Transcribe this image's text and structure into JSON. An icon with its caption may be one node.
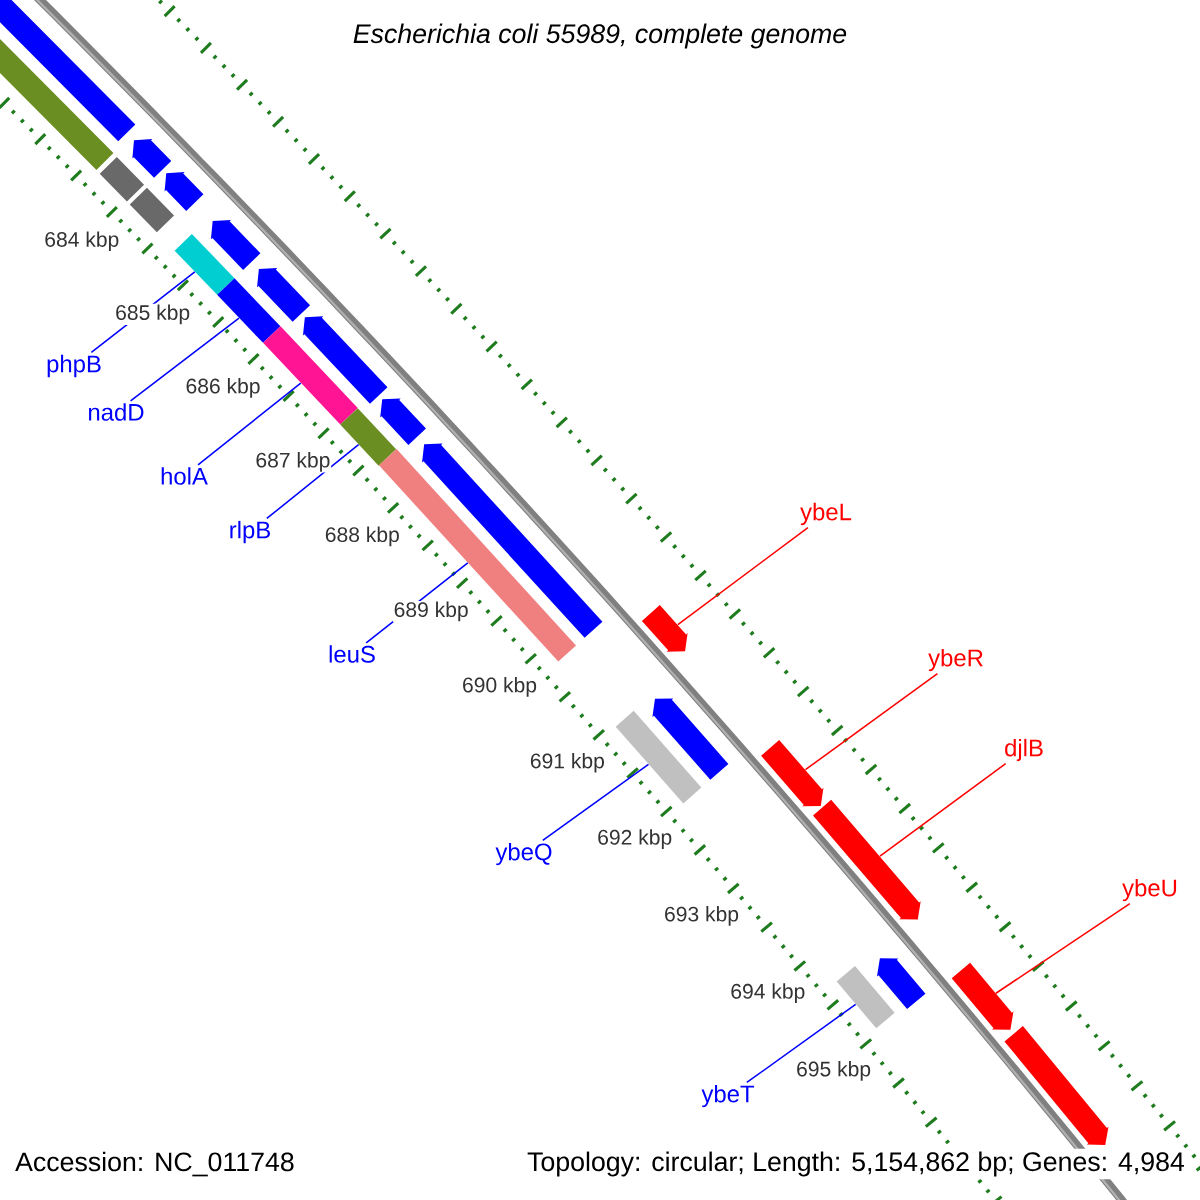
{
  "diagram": {
    "title": "Escherichia coli 55989, complete genome",
    "nodes": [
      {
        "text": [
          "phpB"
        ]
      },
      {
        "text": [
          "nadD"
        ]
      },
      {
        "text": [
          "holA"
        ]
      },
      {
        "text": [
          "rlpB"
        ]
      },
      {
        "text": [
          "leuS"
        ]
      },
      {
        "text": [
          "ybeQ"
        ]
      },
      {
        "text": [
          "ybeT"
        ]
      },
      {
        "text": [
          "ybeL"
        ]
      },
      {
        "text": [
          "ybeR"
        ]
      },
      {
        "text": [
          "djlB"
        ]
      },
      {
        "text": [
          "ybeU"
        ]
      },
      {
        "text": [],
        "shape": "pentagon"
      },
      {
        "text": [],
        "shape": "pentagon"
      },
      {
        "text": [],
        "shape": "pentagon"
      },
      {
        "text": [],
        "shape": "pentagon"
      },
      {
        "text": [],
        "shape": "pentagon"
      },
      {
        "text": [],
        "shape": "pentagon"
      },
      {
        "text": [],
        "shape": "pentagon"
      },
      {
        "text": [],
        "shape": "pentagon"
      },
      {
        "text": [],
        "shape": "pentagon"
      },
      {
        "text": [],
        "shape": "pentagon"
      },
      {
        "text": [],
        "shape": "bar"
      },
      {
        "text": [],
        "shape": "bar"
      },
      {
        "text": [],
        "shape": "bar"
      },
      {
        "text": [],
        "shape": "bar"
      },
      {
        "text": [],
        "shape": "bar"
      },
      {
        "text": [],
        "shape": "bar"
      },
      {
        "text": [],
        "shape": "bar"
      },
      {
        "text": [],
        "shape": "bar"
      },
      {
        "text": [],
        "shape": "bar"
      },
      {
        "text": [],
        "shape": "bar"
      },
      {
        "text": [],
        "shape": "pentagon"
      },
      {
        "text": [],
        "shape": "pentagon"
      },
      {
        "text": [],
        "shape": "pentagon"
      },
      {
        "text": [],
        "shape": "pentagon"
      },
      {
        "text": [],
        "shape": "pentagon"
      }
    ],
    "edges": [
      {
        "from": 0,
        "to": 24,
        "arrow": "none"
      },
      {
        "from": 1,
        "to": 25,
        "arrow": "none"
      },
      {
        "from": 2,
        "to": 26,
        "arrow": "none"
      },
      {
        "from": 3,
        "to": 27,
        "arrow": "none"
      },
      {
        "from": 4,
        "to": 28,
        "arrow": "none"
      },
      {
        "from": 5,
        "to": 29,
        "arrow": "none"
      },
      {
        "from": 6,
        "to": 30,
        "arrow": "none"
      },
      {
        "from": 7,
        "to": 31,
        "arrow": "none",
        "color": "#ff0000"
      },
      {
        "from": 8,
        "to": 32,
        "arrow": "none",
        "color": "#ff0000"
      },
      {
        "from": 9,
        "to": 33,
        "arrow": "none",
        "color": "#ff0000"
      },
      {
        "from": 10,
        "to": 34,
        "arrow": "none",
        "color": "#ff0000"
      }
    ],
    "labels": [
      "684 kbp",
      "685 kbp",
      "686 kbp",
      "687 kbp",
      "688 kbp",
      "689 kbp",
      "690 kbp",
      "691 kbp",
      "692 kbp",
      "693 kbp",
      "694 kbp",
      "695 kbp",
      "Accession: NC_011748",
      "Topology: circular; Length: 5,154,862 bp; Genes: 4,984"
    ]
  }
}
